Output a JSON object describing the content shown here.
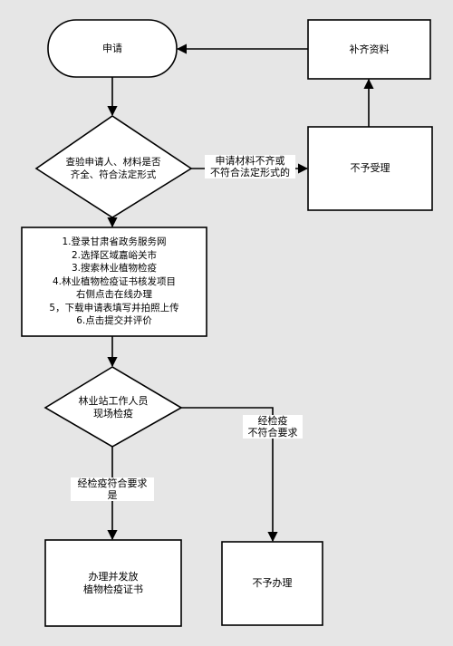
{
  "nodes": {
    "apply": "申请",
    "supplement": "补齐资料",
    "check": "查验申请人、材料是否\n齐全、符合法定形式",
    "reject_accept": "不予受理",
    "steps": "1.登录甘肃省政务服务网\n2.选择区域嘉峪关市\n3.搜索林业植物检疫\n4.林业植物检疫证书核发项目\n右侧点击在线办理\n5，下载申请表填写并拍照上传\n6.点击提交并评价",
    "inspection": "林业站工作人员\n现场检疫",
    "issue": "办理并发放\n植物检疫证书",
    "reject_handle": "不予办理"
  },
  "edges": {
    "not_qualified": "申请材料不齐或\n不符合法定形式的",
    "inspect_fail": "经检疫\n不符合要求",
    "inspect_pass": "经检疫符合要求\n是"
  },
  "colors": {
    "background": "#e6e6e6",
    "node_fill": "#ffffff",
    "stroke": "#000000"
  }
}
